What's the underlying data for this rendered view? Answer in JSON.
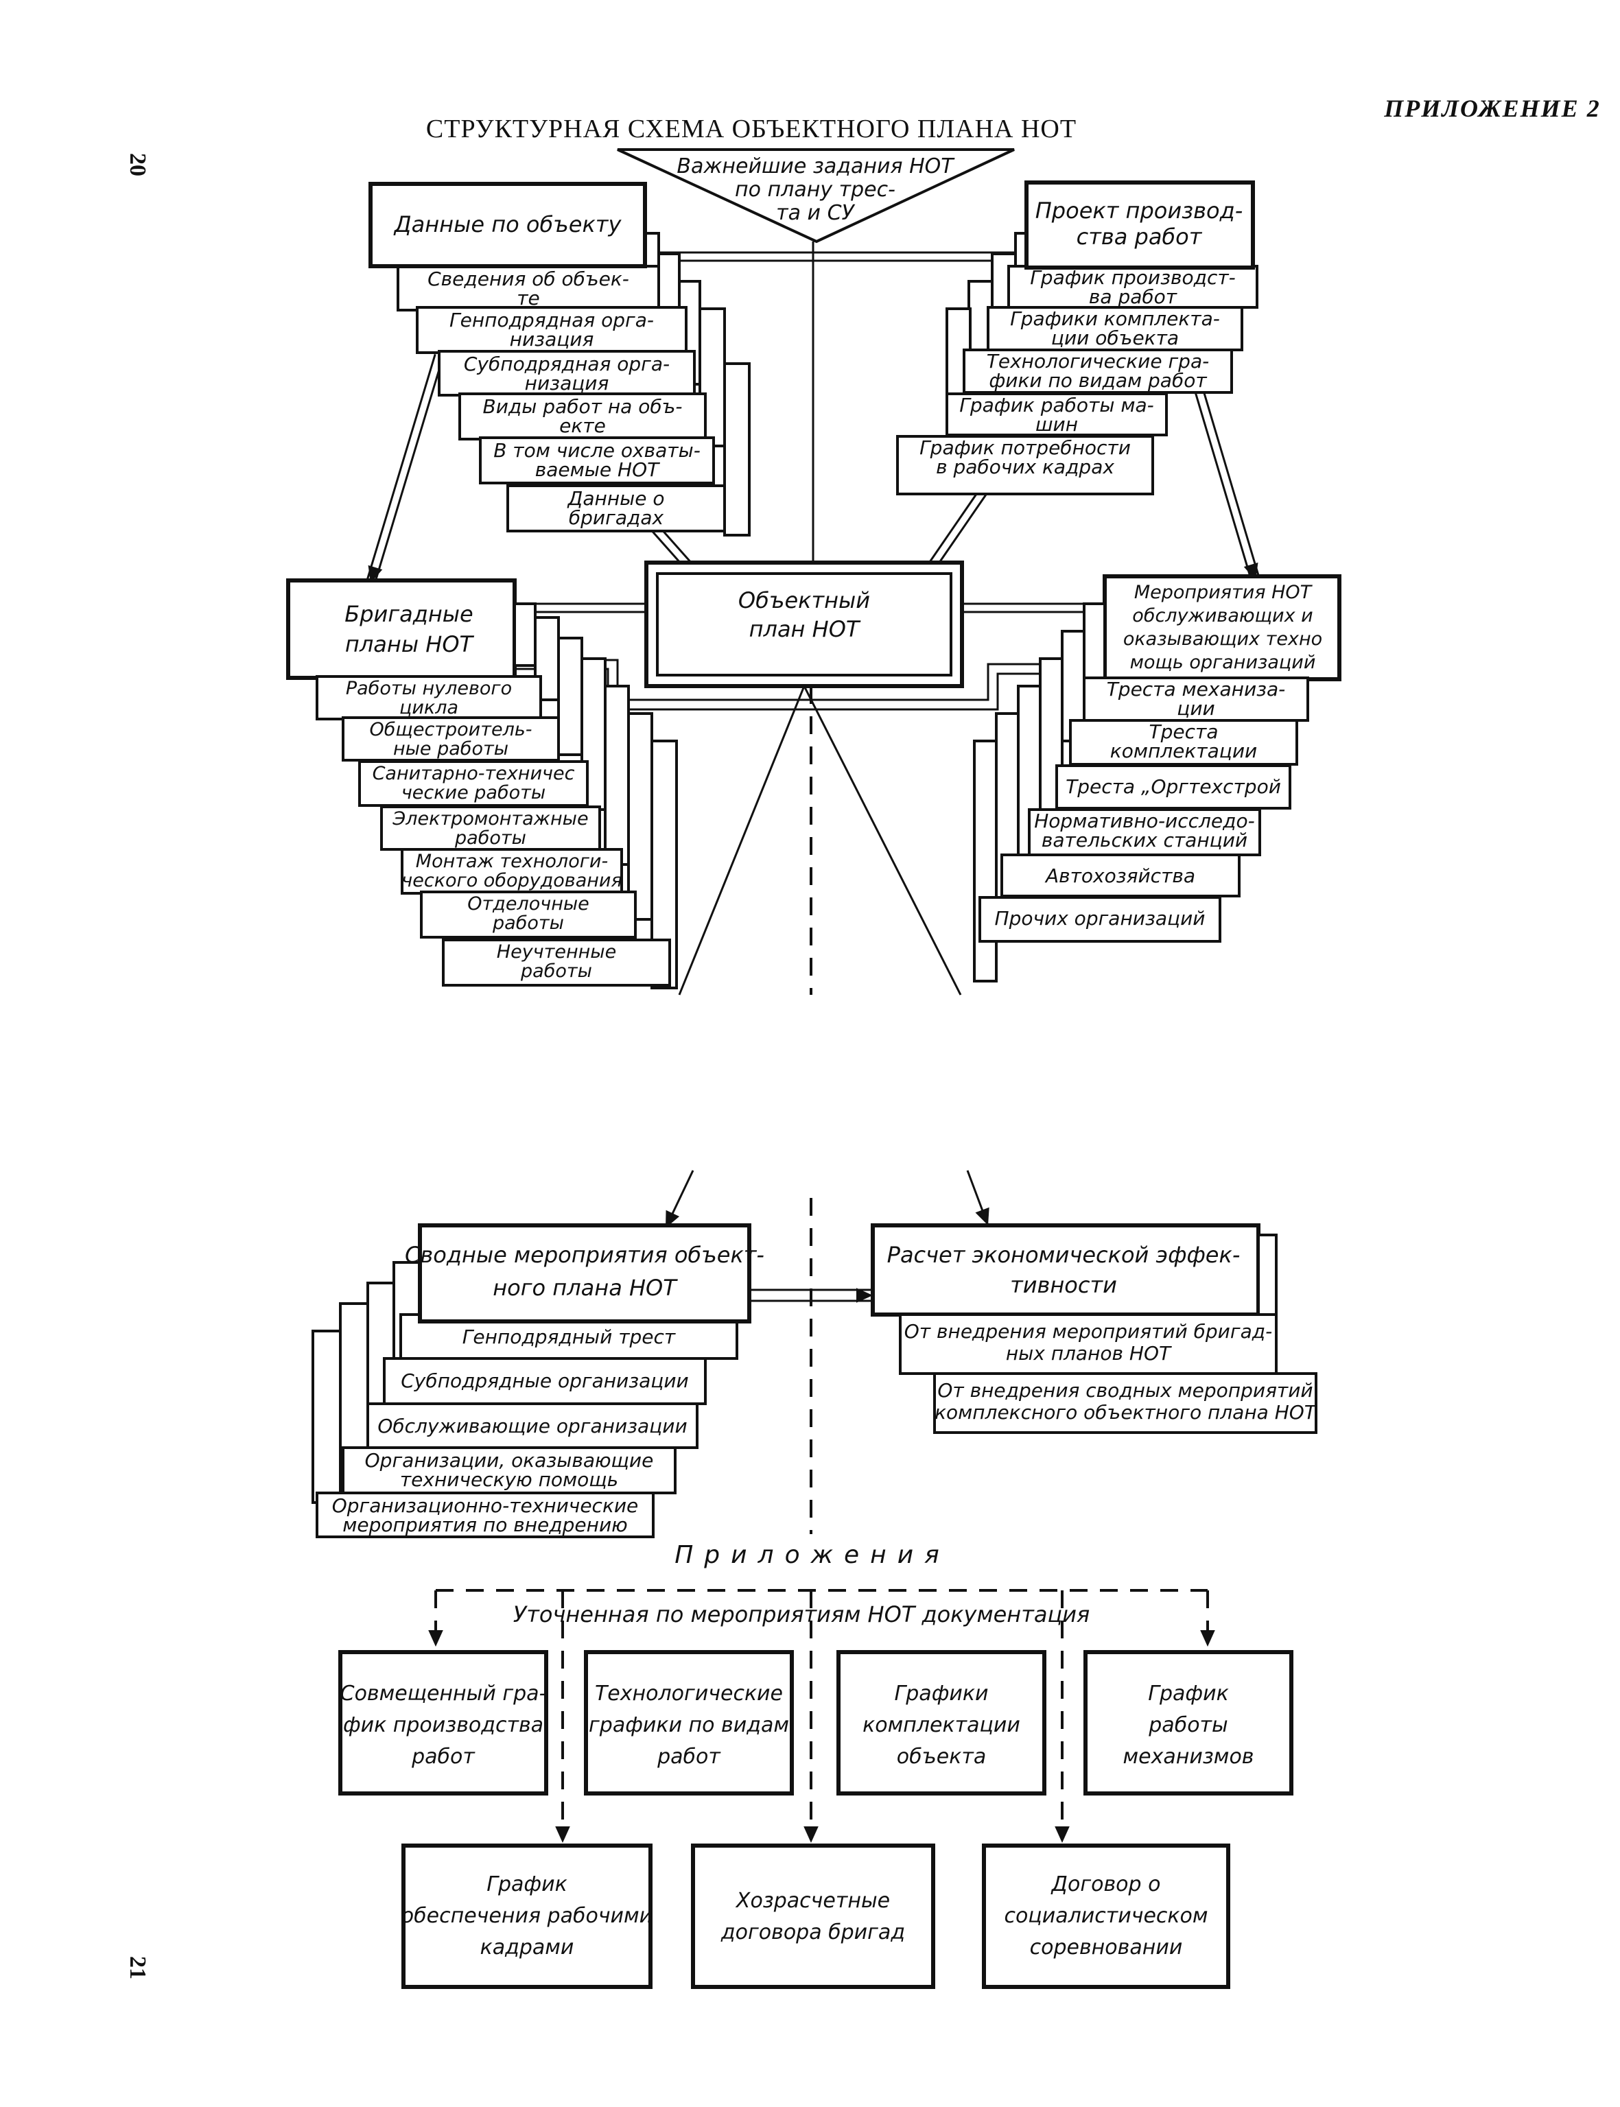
{
  "header": {
    "page_left": "20",
    "page_left_bottom": "21",
    "appendix": "ПРИЛОЖЕНИЕ 2",
    "title": "СТРУКТУРНАЯ СХЕМА ОБЪЕКТНОГО ПЛАНА НОТ"
  },
  "top": {
    "tasks": [
      "Важнейшие задания НОТ",
      "по плану трес-",
      "та и СУ"
    ],
    "object_data": {
      "title": "Данные по объекту",
      "items": [
        [
          "Сведения об объек-",
          "те"
        ],
        [
          "Генподрядная орга-",
          "низация"
        ],
        [
          "Субподрядная орга-",
          "низация"
        ],
        [
          "Виды работ на объ-",
          "екте"
        ],
        [
          "В том числе охваты-",
          "ваемые НОТ"
        ],
        [
          "Данные о",
          "бригадах"
        ]
      ]
    },
    "project": {
      "title": [
        "Проект производ-",
        "ства работ"
      ],
      "items": [
        [
          "График производст-",
          "ва работ"
        ],
        [
          "Графики комплекта-",
          "ции объекта"
        ],
        [
          "Технологические гра-",
          "фики по видам работ"
        ],
        [
          "График работы ма-",
          "шин"
        ],
        [
          "График потребности",
          "в рабочих кадрах"
        ]
      ]
    },
    "center": [
      "Объектный",
      "план НОТ"
    ],
    "brigade": {
      "title": [
        "Бригадные",
        "планы НОТ"
      ],
      "items": [
        [
          "Работы нулевого",
          "цикла"
        ],
        [
          "Общестроитель-",
          "ные работы"
        ],
        [
          "Санитарно-техничес",
          "ческие работы"
        ],
        [
          "Электромонтажные",
          "работы"
        ],
        [
          "Монтаж технологи-",
          "ческого оборудования"
        ],
        [
          "Отделочные",
          "работы"
        ],
        [
          "Неучтенные",
          "работы"
        ]
      ]
    },
    "service": {
      "title": [
        "Мероприятия НОТ",
        "обслуживающих и",
        "оказывающих техно",
        "мощь организаций"
      ],
      "items": [
        [
          "Треста механиза-",
          "ции"
        ],
        [
          "Треста",
          "комплектации"
        ],
        [
          "Треста „Оргтехстрой"
        ],
        [
          "Нормативно-исследо-",
          "вательских станций"
        ],
        [
          "Автохозяйства"
        ],
        [
          "Прочих организаций"
        ]
      ]
    }
  },
  "bottom": {
    "summary": {
      "title": [
        "Сводные мероприятия объект-",
        "ного плана НОТ"
      ],
      "items": [
        [
          "Генподрядный   трест"
        ],
        [
          "Субподрядные организации"
        ],
        [
          "Обслуживающие организации"
        ],
        [
          "Организации, оказывающие",
          "техническую помощь"
        ],
        [
          "Организационно-технические",
          "мероприятия по внедрению"
        ]
      ]
    },
    "economic": {
      "title": [
        "Расчет экономической эффек-",
        "тивности"
      ],
      "items": [
        [
          "От внедрения мероприятий бригад-",
          "ных планов НОТ"
        ],
        [
          "От внедрения сводных мероприятий",
          "комплексного объектного плана НОТ"
        ]
      ]
    },
    "appendices_title": "Приложения",
    "refined_doc": "Уточненная  по  мероприятиям  НОТ  документация",
    "row1": [
      [
        "Совмещенный гра-",
        "фик производства",
        "работ"
      ],
      [
        "Технологические",
        "графики по видам",
        "работ"
      ],
      [
        "Графики",
        "комплектации",
        "объекта"
      ],
      [
        "График",
        "работы",
        "механизмов"
      ]
    ],
    "row2": [
      [
        "График",
        "обеспечения рабочими",
        "кадрами"
      ],
      [
        "Хозрасчетные",
        "договора бригад"
      ],
      [
        "Договор о",
        "социалистическом",
        "соревновании"
      ]
    ]
  }
}
